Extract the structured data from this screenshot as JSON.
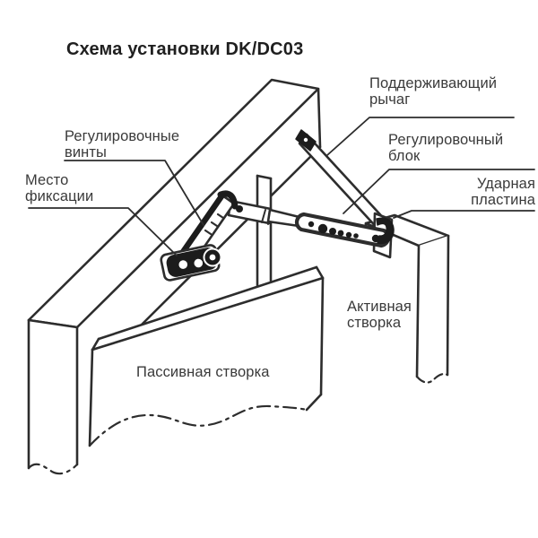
{
  "title": "Схема установки DK/DC03",
  "labels": {
    "supporting_arm": "Поддерживающий рычаг",
    "adjustment_screws": "Регулировочные винты",
    "fixation_point": "Место фиксации",
    "adjustment_block": "Регулировочный блок",
    "strike_plate": "Ударная пластина",
    "active_leaf": "Активная створка",
    "passive_leaf": "Пассивная створка"
  },
  "colors": {
    "background": "#ffffff",
    "line": "#2d2d2d",
    "mechanism": "#1c1c1c",
    "text": "#3a3a3a",
    "title": "#1f1f1f"
  }
}
